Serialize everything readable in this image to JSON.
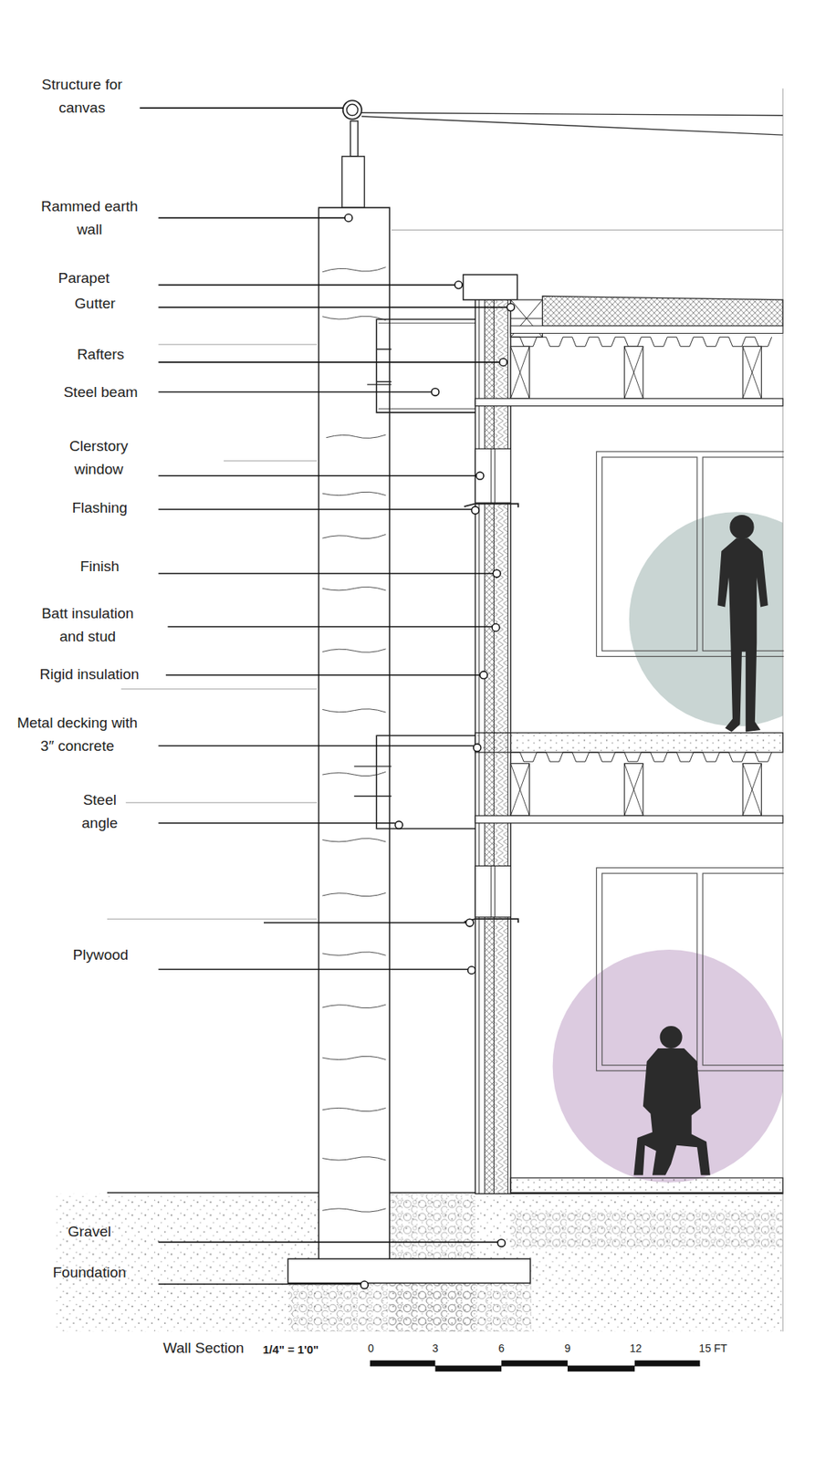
{
  "diagram": {
    "title": "Wall Section",
    "labels": [
      "Structure for canvas",
      "Rammed earth wall",
      "Parapet",
      "Gutter",
      "Rafters",
      "Steel beam",
      "Clerstory window",
      "Flashing",
      "Finish",
      "Batt insulation and stud",
      "Rigid insulation",
      "Metal decking with 3″ concrete",
      "Steel angle",
      "Plywood",
      "Gravel",
      "Foundation",
      "1/4\" = 1'0\"",
      "0",
      "3",
      "6",
      "9",
      "12",
      "15 FT"
    ]
  }
}
